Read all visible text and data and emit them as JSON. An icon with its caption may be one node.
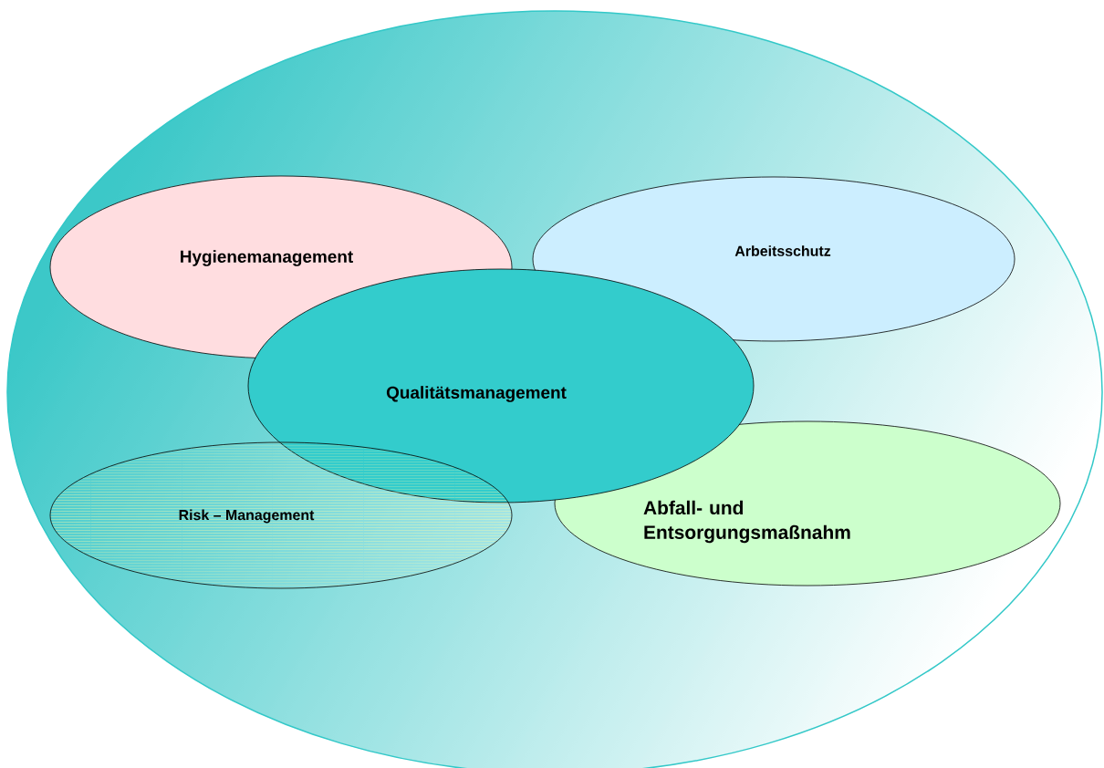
{
  "diagram": {
    "nodes": [
      {
        "text": [],
        "shape": "ellipse"
      },
      {
        "text": [
          "Hygienemanagement"
        ],
        "in": 0
      },
      {
        "text": [
          "Arbeitsschutz"
        ],
        "in": 0
      },
      {
        "text": [
          "Qualitätsmanagement"
        ],
        "in": 0
      },
      {
        "text": [
          "Risk – Management"
        ],
        "in": 0
      },
      {
        "text": [
          "Abfall- und Entsorgungsmaßnahm"
        ],
        "in": 0
      }
    ]
  }
}
